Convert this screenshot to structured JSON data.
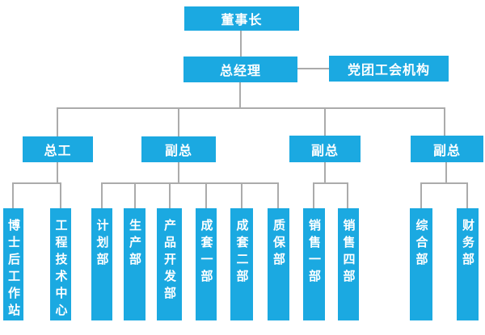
{
  "colors": {
    "node_fill": "#1BA9E1",
    "node_text": "#FFFFFF",
    "connector_line": "#ABABAB",
    "background": "#FFFFFF"
  },
  "nodes": {
    "chairman": {
      "label": "董事长",
      "level": 1,
      "parent": null
    },
    "general_manager": {
      "label": "总经理",
      "level": 2,
      "parent": "chairman"
    },
    "party_union_org": {
      "label": "党团工会机构",
      "level": 2,
      "parent": "general_manager"
    },
    "chief_engineer": {
      "label": "总工",
      "level": 3,
      "parent": "general_manager"
    },
    "deputy_gm_1": {
      "label": "副总",
      "level": 3,
      "parent": "general_manager"
    },
    "deputy_gm_2": {
      "label": "副总",
      "level": 3,
      "parent": "general_manager"
    },
    "deputy_gm_3": {
      "label": "副总",
      "level": 3,
      "parent": "general_manager"
    },
    "postdoc_station": {
      "label": "博士后工作站",
      "level": 4,
      "parent": "chief_engineer"
    },
    "engineering_center": {
      "label": "工程技术中心",
      "level": 4,
      "parent": "chief_engineer"
    },
    "planning_dept": {
      "label": "计划部",
      "level": 4,
      "parent": "deputy_gm_1"
    },
    "production_dept": {
      "label": "生产部",
      "level": 4,
      "parent": "deputy_gm_1"
    },
    "product_dev_dept": {
      "label": "产品开发部",
      "level": 4,
      "parent": "deputy_gm_1"
    },
    "complete_set_dept_1": {
      "label": "成套一部",
      "level": 4,
      "parent": "deputy_gm_1"
    },
    "complete_set_dept_2": {
      "label": "成套二部",
      "level": 4,
      "parent": "deputy_gm_1"
    },
    "qa_dept": {
      "label": "质保部",
      "level": 4,
      "parent": "deputy_gm_1"
    },
    "sales_dept_1": {
      "label": "销售一部",
      "level": 4,
      "parent": "deputy_gm_2"
    },
    "sales_dept_4": {
      "label": "销售四部",
      "level": 4,
      "parent": "deputy_gm_2"
    },
    "general_affairs_dept": {
      "label": "综合部",
      "level": 4,
      "parent": "deputy_gm_3"
    },
    "finance_dept": {
      "label": "财务部",
      "level": 4,
      "parent": "deputy_gm_3"
    }
  }
}
